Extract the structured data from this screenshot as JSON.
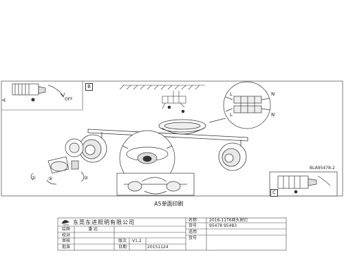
{
  "labels": {
    "off": "OFF",
    "box_a": "A",
    "box_b": "B",
    "box_c": "C",
    "drawing_no": "BLA95478-2",
    "wire_l": "L",
    "wire_n": "N",
    "wire_l2": "L",
    "wire_n2": "N",
    "callout_1": "①",
    "callout_2": "②",
    "callout_3": "③",
    "print_note": "A5单面印刷"
  },
  "title_block": {
    "company": "东莞东进照明有限公司",
    "designer_label": "绘图",
    "designer_value": "潘 远",
    "checker_label": "校对",
    "reviewer_label": "审核",
    "approver_label": "批准",
    "version_label": "版次",
    "version_value": "V1.2",
    "date_label": "日期",
    "date_value": "20151124",
    "name_label": "名称",
    "name_value": "2016-11T6两头射灯",
    "model_label": "货号",
    "model_value": "95478 95483",
    "usage_label": "适用",
    "item_label": "货号"
  }
}
